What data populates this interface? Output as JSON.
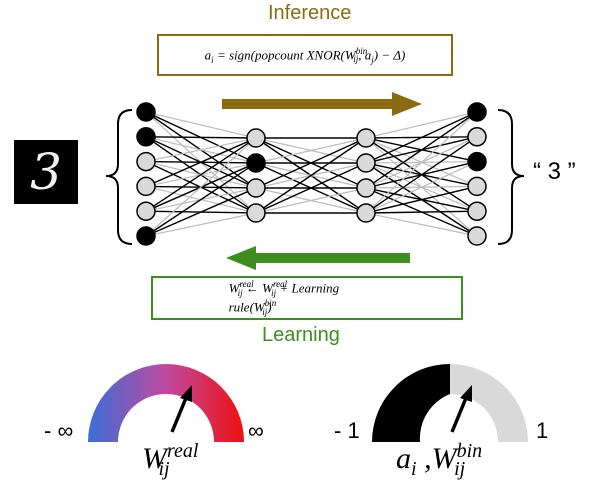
{
  "inference": {
    "title": "Inference",
    "color": "#8B6B10",
    "formula": {
      "lhs": "a",
      "lhs_sub": "i",
      "eq": " = sign(popcount XNOR(W",
      "w_sup": "bin",
      "w_sub": "ij",
      "rest": ", a",
      "rest_sub": "j",
      "tail": ") − Δ)"
    }
  },
  "learning": {
    "title": "Learning",
    "color": "#3E8E1E",
    "formula": {
      "w1": "W",
      "w1_sup": "real",
      "w1_sub": "ij",
      "arrow": " ← W",
      "w2_sup": "real",
      "w2_sub": "ij",
      "plus": " + Learning rule(W",
      "w3_sup": "bin",
      "w3_sub": "ij",
      "close": ")"
    }
  },
  "input_digit": "3",
  "output_label": "“ 3 ”",
  "network": {
    "layers": [
      [
        1,
        1,
        0,
        0,
        0,
        1
      ],
      [
        0,
        1,
        0,
        0
      ],
      [
        0,
        0,
        0,
        0
      ],
      [
        1,
        0,
        1,
        0,
        0,
        0
      ]
    ],
    "node_filled_color": "#000000",
    "node_empty_color": "#d9d9d9"
  },
  "gauge_real": {
    "min_label": "- ∞",
    "max_label": "∞",
    "var": "W",
    "var_sup": "real",
    "var_sub": "ij",
    "colors": [
      "#3a6fd8",
      "#c04aa0",
      "#ee1111"
    ]
  },
  "gauge_bin": {
    "min_label": "- 1",
    "max_label": "1",
    "var1": "a",
    "var1_sub": "i",
    "var2": " ,W",
    "var2_sup": "bin",
    "var2_sub": "ij",
    "colors": [
      "#000000",
      "#d9d9d9"
    ]
  }
}
